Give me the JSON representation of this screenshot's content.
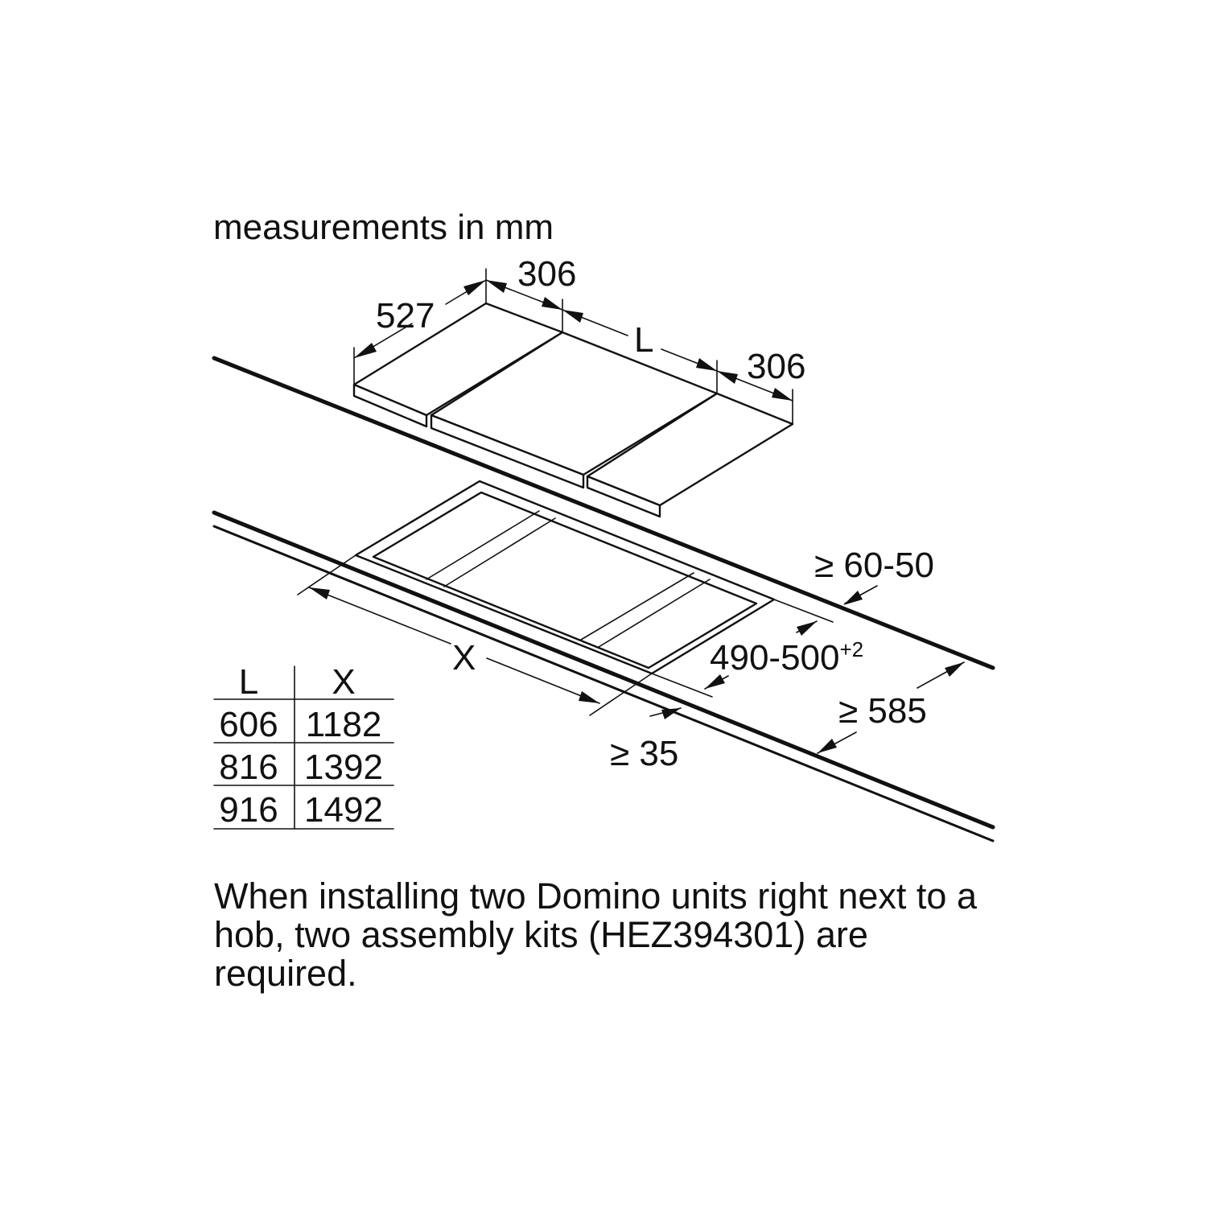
{
  "unit_note": "measurements in mm",
  "dimensions": {
    "depth": "527",
    "left_unit_width": "306",
    "hob_width": "L",
    "right_unit_width": "306",
    "worktop_thickness": "≥ 60-50",
    "cutout_depth": "490-500",
    "cutout_depth_tolerance": "+2",
    "cutout_length": "X",
    "worktop_depth": "≥ 585",
    "front_edge_distance": "≥ 35"
  },
  "table": {
    "headers": [
      "L",
      "X"
    ],
    "rows": [
      [
        "606",
        "1182"
      ],
      [
        "816",
        "1392"
      ],
      [
        "916",
        "1492"
      ]
    ]
  },
  "caption": "When installing two Domino units right next to a hob, two assembly kits (HEZ394301) are required."
}
